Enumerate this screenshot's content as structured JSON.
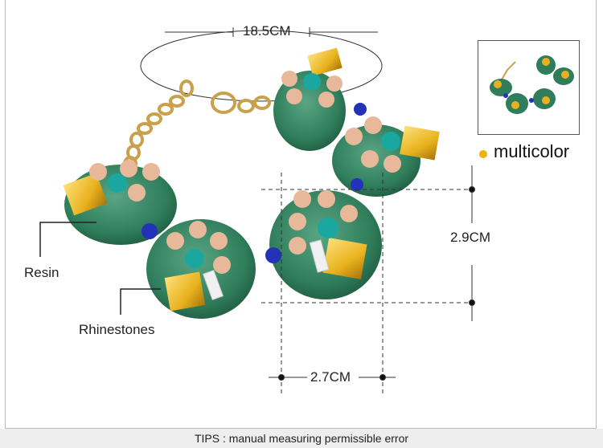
{
  "measurements": {
    "circumference": "18.5CM",
    "height": "2.9CM",
    "width": "2.7CM"
  },
  "callouts": {
    "resin": "Resin",
    "rhinestones": "Rhinestones"
  },
  "color_option": {
    "name": "multicolor",
    "dot_color": "#f0b400"
  },
  "tips": "TIPS : manual measuring permissible error",
  "colors": {
    "resin_green": "#2f7d5b",
    "gold": "#c9a14a",
    "yellow_stone": "#e8b21e",
    "teal_stone": "#1aa7a0",
    "pink_stone": "#e8b89a",
    "blue_stone": "#2432b8"
  }
}
